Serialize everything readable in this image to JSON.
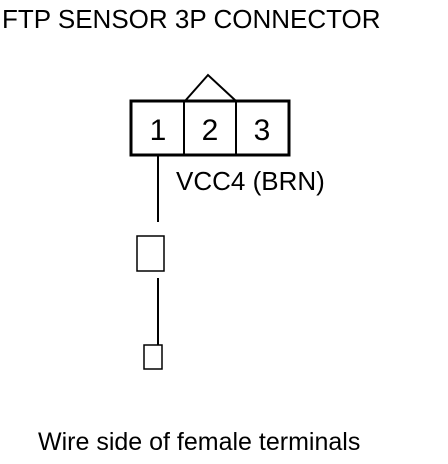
{
  "title": "FTP SENSOR 3P CONNECTOR",
  "connector": {
    "pins": [
      "1",
      "2",
      "3"
    ],
    "wire_label": "VCC4 (BRN)"
  },
  "caption": "Wire side of female terminals",
  "colors": {
    "line": "#000000",
    "background": "#ffffff"
  }
}
